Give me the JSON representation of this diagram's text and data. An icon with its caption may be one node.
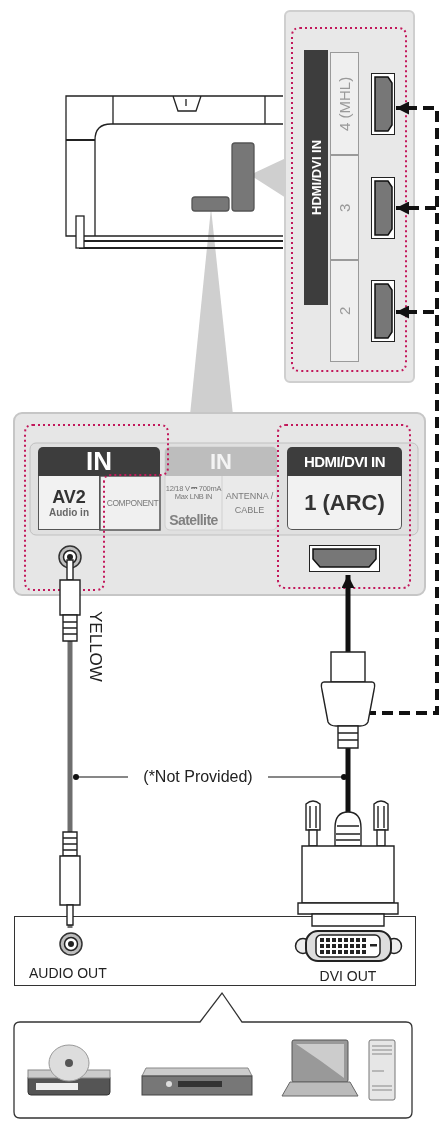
{
  "diagram": {
    "nodes": [
      {
        "text": [
          "HDMI/DVI IN"
        ]
      },
      {
        "text": [
          "4 (MHL)"
        ],
        "in": 0
      },
      {
        "text": [
          "3"
        ],
        "in": 0
      },
      {
        "text": [
          "2"
        ],
        "in": 0
      },
      {
        "text": [
          "AV2",
          "Audio in"
        ]
      },
      {
        "text": [
          "HDMI/DVI IN",
          "1 (ARC)"
        ]
      },
      {
        "text": [
          "(*Not Provided)"
        ]
      },
      {
        "text": [],
        "shape": "box"
      },
      {
        "text": [
          "AUDIO OUT"
        ],
        "in": 7
      },
      {
        "text": [
          "DVI OUT"
        ],
        "in": 7
      }
    ],
    "edges": [
      {
        "from": 9,
        "to": 5,
        "arrow": "to"
      },
      {
        "from": 8,
        "to": 4,
        "arrow": "none",
        "label": "YELLOW",
        "color": "#6e6e6e"
      },
      {
        "from": null,
        "to": 1,
        "arrow": "to",
        "style": "dashed"
      },
      {
        "from": null,
        "to": 2,
        "arrow": "to",
        "style": "dashed"
      },
      {
        "from": null,
        "to": 3,
        "arrow": "to",
        "style": "dashed"
      },
      {
        "from": 6,
        "to": null,
        "arrow": "other"
      },
      {
        "from": 6,
        "to": null,
        "arrow": "other"
      }
    ],
    "labels": [
      "IN",
      "COMPONENT",
      "IN",
      "12/18 V ⎓ 700mA Max LNB IN",
      "Satellite",
      "ANTENNA / CABLE"
    ]
  }
}
